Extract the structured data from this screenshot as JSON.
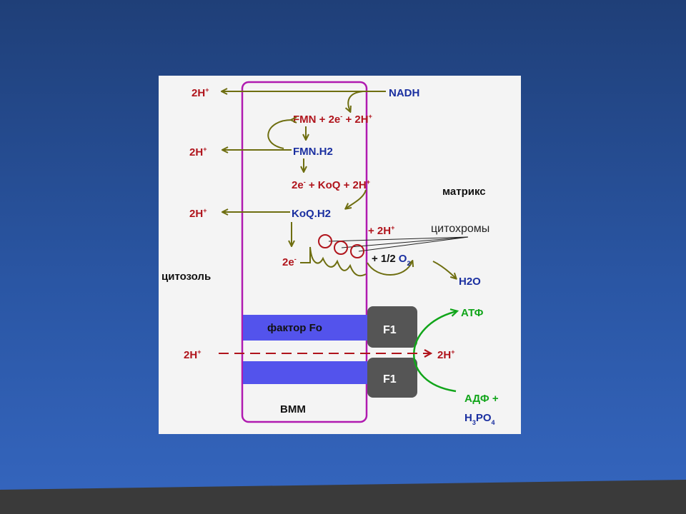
{
  "labels": {
    "h_plus_1": "2H",
    "nadh": "NADH",
    "fmn_eq_a": "FMN",
    "fmn_eq_b": " + 2e",
    "fmn_eq_c": " + 2H",
    "h_plus_2": "2H",
    "fmnh2": "FMN.H2",
    "koq_eq_a": "2e",
    "koq_eq_b": " + KoQ",
    "koq_eq_c": " + 2H",
    "matrix": "матрикс",
    "h_plus_3": "2H",
    "koqh2": "KoQ.H2",
    "cyt_h": "+ 2H",
    "cytochromes": "цитохромы",
    "e2": "2e",
    "o2_a": "+ 1/2",
    "o2_b": "O",
    "o2_sub": "2",
    "h2o": "H2O",
    "cytosol": "цитозоль",
    "factor_fo": "фактор Fo",
    "f1_top": "F1",
    "f1_bottom": "F1",
    "atp": "АТФ",
    "h_left": "2H",
    "h_right": "2H",
    "adp": "АДФ +",
    "phosphate_h": "H",
    "phosphate_3": "3",
    "phosphate_po": "PO",
    "phosphate_4": "4",
    "membrane": "ВММ",
    "plus": "+",
    "minus": "-"
  },
  "colors": {
    "background_top": "#1f3f78",
    "background_bottom": "#3566bf",
    "panel": "#f4f4f4",
    "membrane": "#b01ab0",
    "arrow_olive": "#6e6e10",
    "proton_red": "#b0141c",
    "carrier_blue": "#1a2fa0",
    "factor_fo": "#5353ec",
    "f1_box": "#555555",
    "atp_green": "#11a51a"
  }
}
